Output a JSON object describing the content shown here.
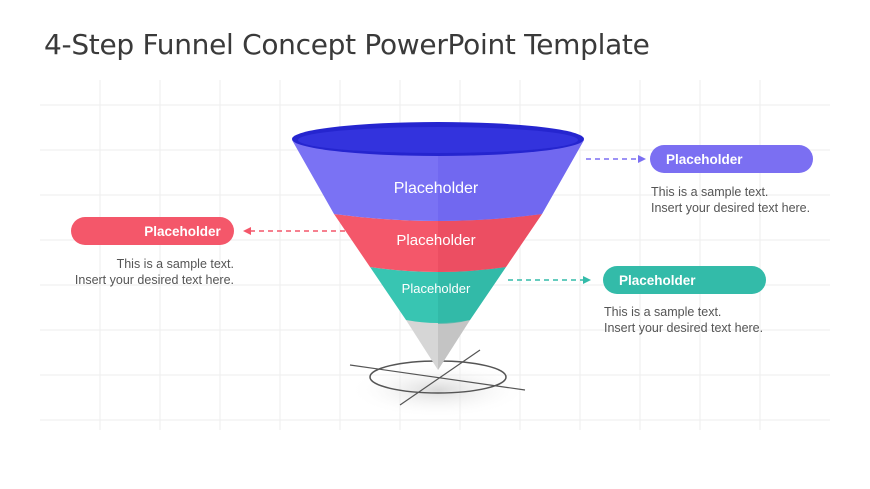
{
  "title": "4-Step Funnel Concept PowerPoint Template",
  "funnel": {
    "layer1_label": "Placeholder",
    "layer2_label": "Placeholder",
    "layer3_label": "Placeholder"
  },
  "callouts": {
    "purple": {
      "label": "Placeholder",
      "line1": "This is a sample text.",
      "line2": "Insert your desired text here."
    },
    "red": {
      "label": "Placeholder",
      "line1": "This is a sample text.",
      "line2": "Insert your desired text here."
    },
    "teal": {
      "label": "Placeholder",
      "line1": "This is a sample text.",
      "line2": "Insert your desired text here."
    }
  },
  "colors": {
    "purple": "#7b6ff2",
    "red": "#f4576a",
    "teal": "#33bba9",
    "rim": "#2b2bd6"
  }
}
